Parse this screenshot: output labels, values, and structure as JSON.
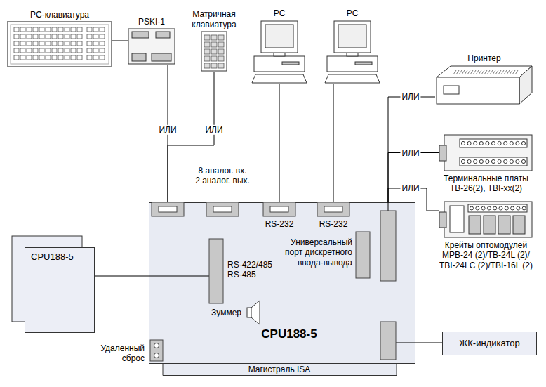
{
  "diagram": {
    "nodes": [
      {
        "text": [
          "PC-клавиатура"
        ]
      },
      {
        "text": [
          "PSKI-1"
        ]
      },
      {
        "text": [
          "Матричная клавиатура"
        ]
      },
      {
        "text": [
          "PC"
        ]
      },
      {
        "text": [
          "PC"
        ]
      },
      {
        "text": [
          "Принтер"
        ]
      },
      {
        "text": [
          "Терминальные платы TB-26(2), TBI-xx(2)"
        ]
      },
      {
        "text": [
          "Крейты оптомодулей MPB-24 (2)/TB-24L (2)/ TBI-24LC (2)/TBI-16L (2)"
        ]
      },
      {
        "text": [
          "CPU188-5"
        ]
      },
      {
        "text": [
          "RS-232",
          "RS-232",
          "Универсальный порт дискретного ввода-вывода",
          "RS-422/485 RS-485",
          "Зуммер",
          "CPU188-5",
          "Магистраль ISA"
        ]
      },
      {
        "text": [
          "ЖК-индикатор"
        ]
      }
    ],
    "edges": [
      {
        "from": 0,
        "to": 1,
        "arrow": "none"
      },
      {
        "from": 1,
        "to": 9,
        "label": "ИЛИ",
        "arrow": "none"
      },
      {
        "from": 2,
        "to": 9,
        "label": "ИЛИ",
        "arrow": "none"
      },
      {
        "from": 3,
        "to": 9,
        "arrow": "none"
      },
      {
        "from": 4,
        "to": 9,
        "arrow": "none"
      },
      {
        "from": 9,
        "to": 5,
        "label": "ИЛИ",
        "arrow": "none"
      },
      {
        "from": 9,
        "to": 6,
        "label": "ИЛИ",
        "arrow": "none"
      },
      {
        "from": 9,
        "to": 7,
        "label": "ИЛИ",
        "arrow": "none"
      },
      {
        "from": 9,
        "to": 10,
        "arrow": "none"
      },
      {
        "from": 8,
        "to": 9,
        "arrow": "none"
      }
    ],
    "labels": [
      "8 аналог. вх. 2 аналог. вых.",
      "Удаленный сброс"
    ]
  }
}
